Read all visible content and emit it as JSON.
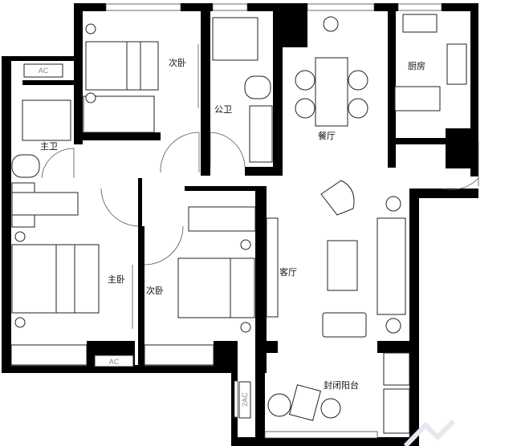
{
  "rooms": {
    "bedroom2_top": "次卧",
    "public_bath": "公卫",
    "dining": "餐厅",
    "kitchen": "厨房",
    "master_bath": "主卫",
    "master_bedroom": "主卧",
    "bedroom2_bottom": "次卧",
    "living": "客厅",
    "balcony": "封闭阳台"
  },
  "ac_units": {
    "top_left": "AC",
    "bottom": "AC",
    "side": "2AC"
  },
  "colors": {
    "wall": "#000000",
    "line": "#222222",
    "label": "#111111"
  }
}
